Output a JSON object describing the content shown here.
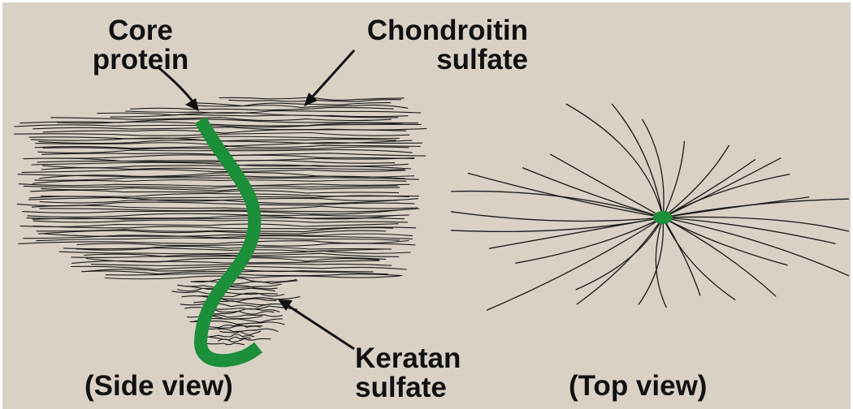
{
  "figure": {
    "colors": {
      "background": "#d9d1c6",
      "strand": "#1a1a1a",
      "core_protein": "#1b8f3a",
      "label_text": "#111111"
    },
    "labels": {
      "core_protein": [
        "Core",
        "protein"
      ],
      "chondroitin_sulfate": [
        "Chondroitin",
        "sulfate"
      ],
      "keratan_sulfate": [
        "Keratan",
        "sulfate"
      ],
      "side_view": "(Side view)",
      "top_view": "(Top view)"
    }
  }
}
